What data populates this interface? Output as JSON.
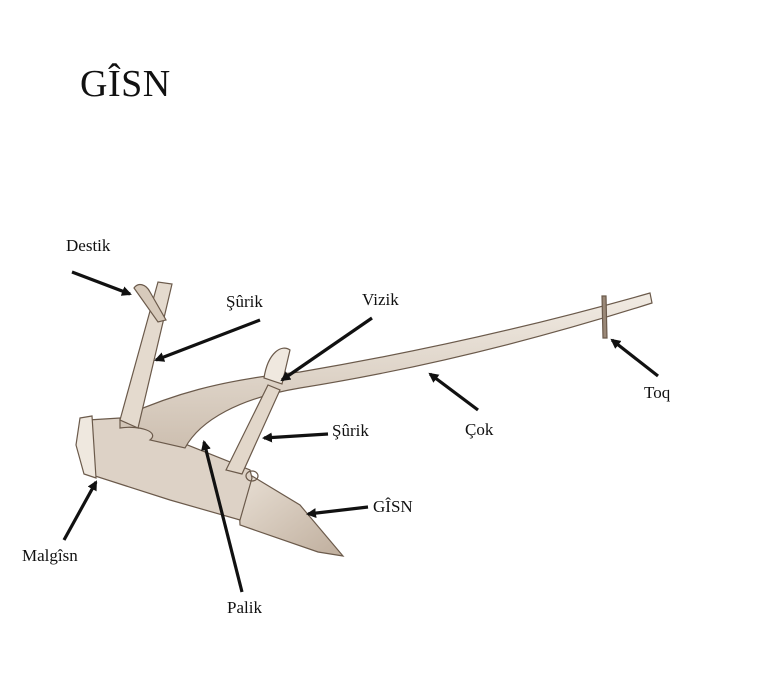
{
  "title": "GÎSN",
  "labels": {
    "destik": "Destik",
    "surik_top": "Şûrik",
    "vizik": "Vizik",
    "toq": "Toq",
    "cok": "Çok",
    "surik_bottom": "Şûrik",
    "gisn": "GÎSN",
    "malgisn": "Malgîsn",
    "palik": "Palik"
  },
  "colors": {
    "wood_light": "#ece4da",
    "wood_mid": "#d8cbbd",
    "wood_dark": "#b6a594",
    "outline": "#6b5a4b",
    "arrow": "#111111"
  }
}
